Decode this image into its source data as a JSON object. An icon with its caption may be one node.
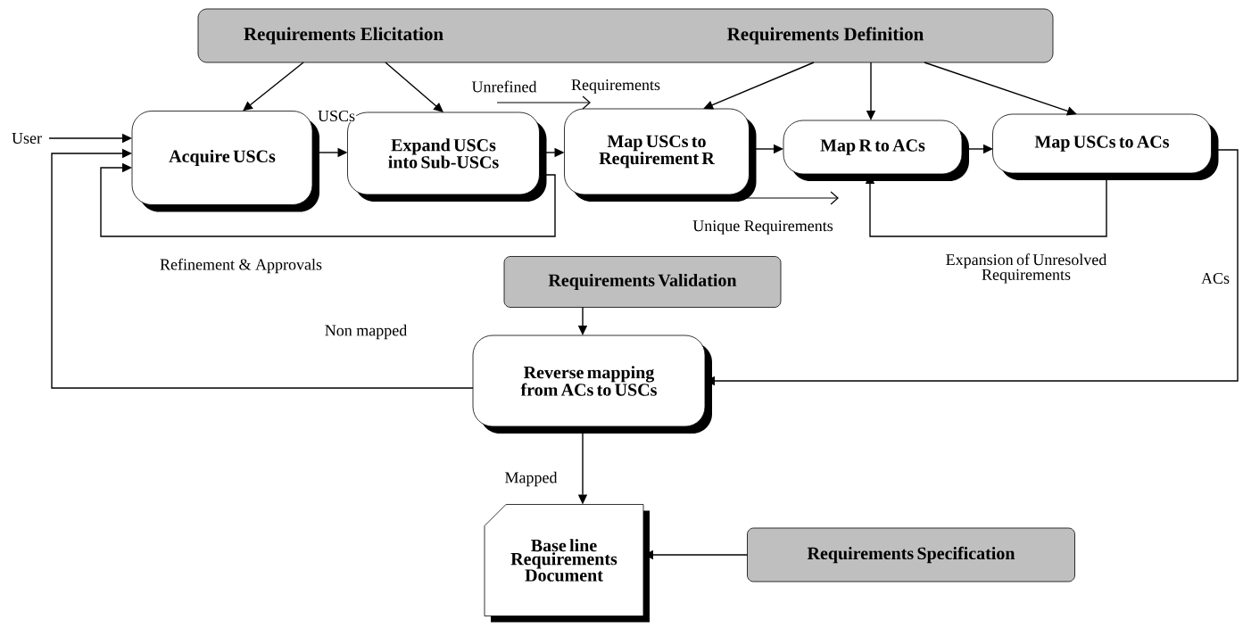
{
  "diagram": {
    "nodes": [
      {
        "text": [
          "Requirements Elicitation",
          "Requirements Definition"
        ]
      },
      {
        "text": [
          "Acquire USCs"
        ]
      },
      {
        "text": [
          "Expand USCs into Sub-USCs"
        ]
      },
      {
        "text": [
          "Map USCs to Requirement R"
        ]
      },
      {
        "text": [
          "Map R to ACs"
        ]
      },
      {
        "text": [
          "Map USCs to ACs"
        ]
      },
      {
        "text": [
          "Requirements Validation"
        ]
      },
      {
        "text": [
          "Reverse mapping from ACs to USCs"
        ]
      },
      {
        "text": [
          "Base line Requirements Document"
        ]
      },
      {
        "text": [
          "Requirements Specification"
        ]
      },
      {
        "text": [
          "User"
        ]
      }
    ],
    "edges": [
      {
        "from": 0,
        "to": 1,
        "arrow": "to"
      },
      {
        "from": 0,
        "to": 2,
        "arrow": "to"
      },
      {
        "from": 0,
        "to": 3,
        "arrow": "to"
      },
      {
        "from": 0,
        "to": 4,
        "arrow": "to"
      },
      {
        "from": 0,
        "to": 5,
        "arrow": "to"
      },
      {
        "from": 10,
        "to": 1,
        "arrow": "to"
      },
      {
        "from": 1,
        "to": 2,
        "arrow": "to",
        "label": "USCs"
      },
      {
        "from": 2,
        "to": 3,
        "arrow": "to"
      },
      {
        "from": 2,
        "to": 1,
        "arrow": "to",
        "label": "Refinement & Approvals"
      },
      {
        "from": 3,
        "to": 4,
        "arrow": "to"
      },
      {
        "from": 4,
        "to": 5,
        "arrow": "to"
      },
      {
        "from": 5,
        "to": 4,
        "arrow": "to",
        "label": "Expansion of Unresolved Requirements"
      },
      {
        "from": 5,
        "to": 7,
        "arrow": "to",
        "label": "ACs"
      },
      {
        "from": 7,
        "to": 1,
        "arrow": "to",
        "label": "Non mapped"
      },
      {
        "from": 6,
        "to": 7,
        "arrow": "to"
      },
      {
        "from": 7,
        "to": 8,
        "arrow": "to",
        "label": "Mapped"
      },
      {
        "from": 9,
        "to": 8,
        "arrow": "to"
      }
    ],
    "labels": [
      "Unrefined",
      "Requirements",
      "Unique Requirements"
    ]
  }
}
